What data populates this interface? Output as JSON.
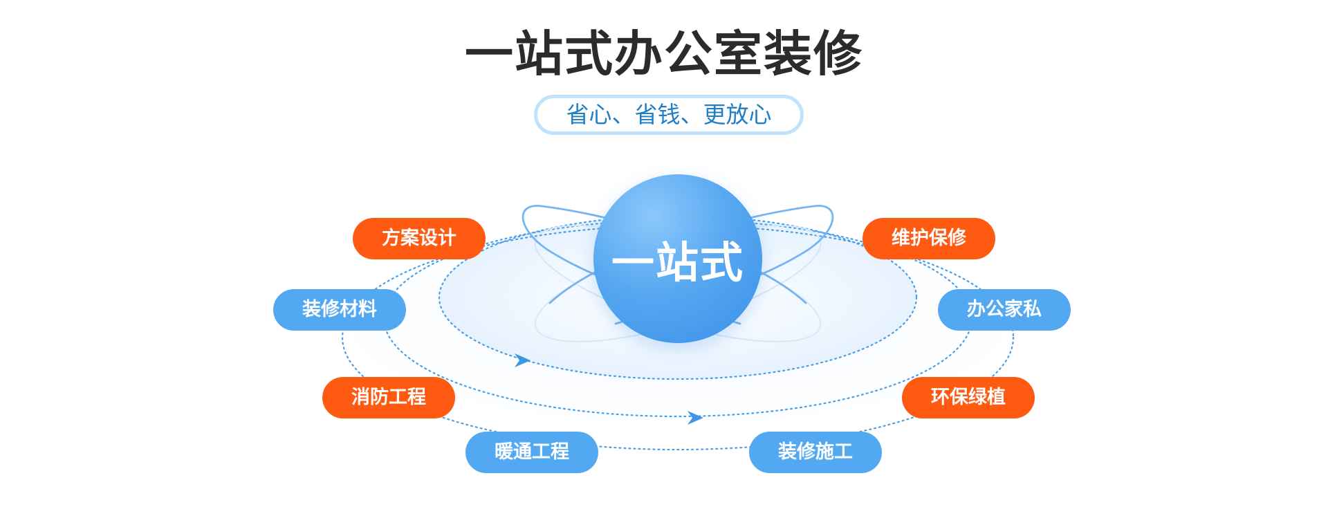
{
  "title": "一站式办公室装修",
  "subtitle": "省心、省钱、更放心",
  "center_label": "一站式",
  "colors": {
    "orange": "#ff5a11",
    "blue": "#53a8f2",
    "title": "#2b2b2b",
    "subtitle_text": "#1f7ec4",
    "subtitle_border": "#bfe3fb"
  },
  "services": {
    "fangan_sheji": "方案设计",
    "weihu_baoxiu": "维护保修",
    "zhuangxiu_cailiao": "装修材料",
    "bangong_jiasi": "办公家私",
    "xiaofang_gongcheng": "消防工程",
    "huanbao_lvzhi": "环保绿植",
    "nuantong_gongcheng": "暖通工程",
    "zhuangxiu_shigong": "装修施工"
  }
}
